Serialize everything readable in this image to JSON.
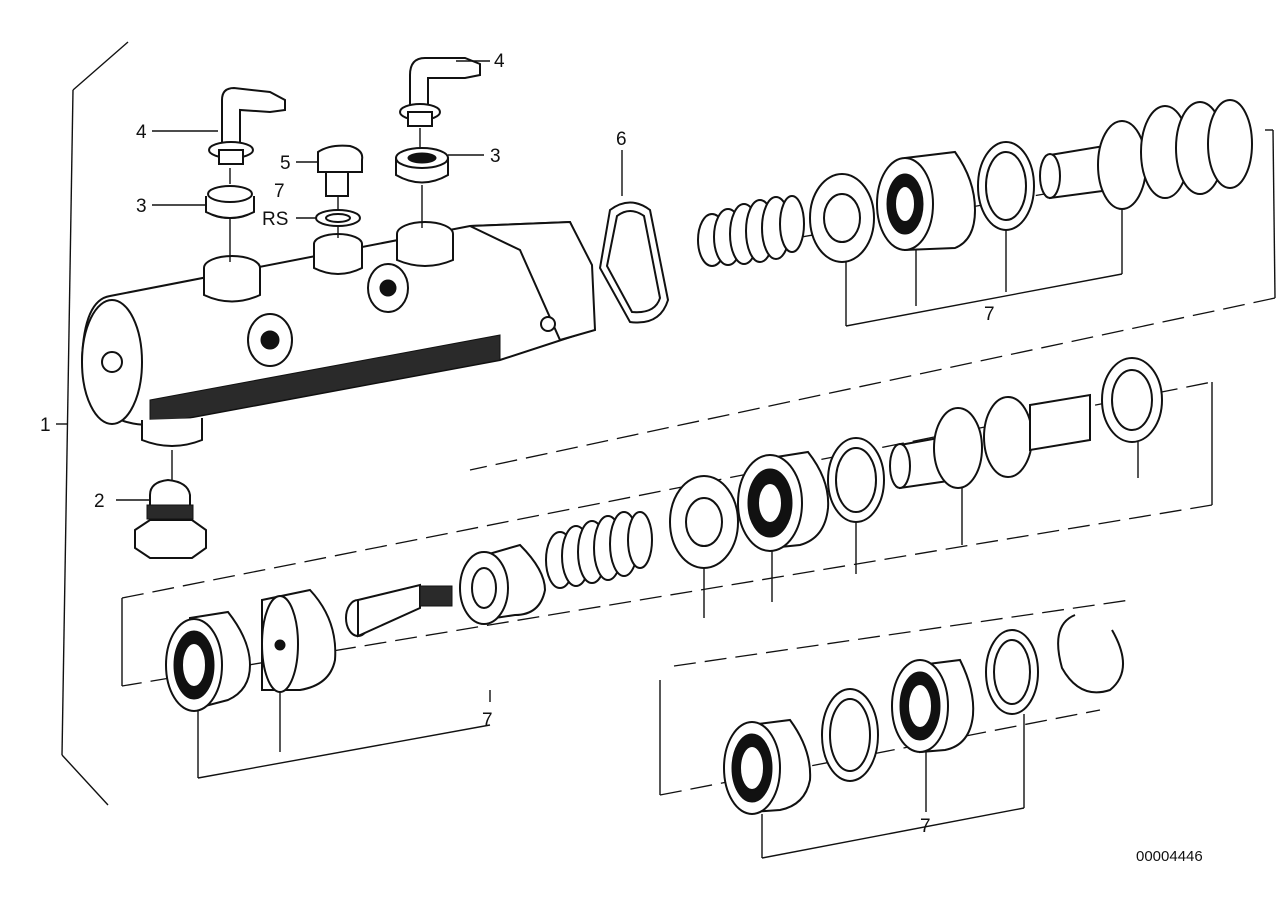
{
  "labels": {
    "housing": "1",
    "drain_plug": "2",
    "seal_left": "3",
    "seal_right": "3",
    "elbow_left": "4",
    "elbow_right": "4",
    "screw_plug": "5",
    "gasket": "6",
    "rs_kit_num": "7",
    "rs_kit_text": "RS",
    "kit_top": "7",
    "kit_middle": "7",
    "kit_bottom": "7"
  },
  "diagram_code": "00004446"
}
